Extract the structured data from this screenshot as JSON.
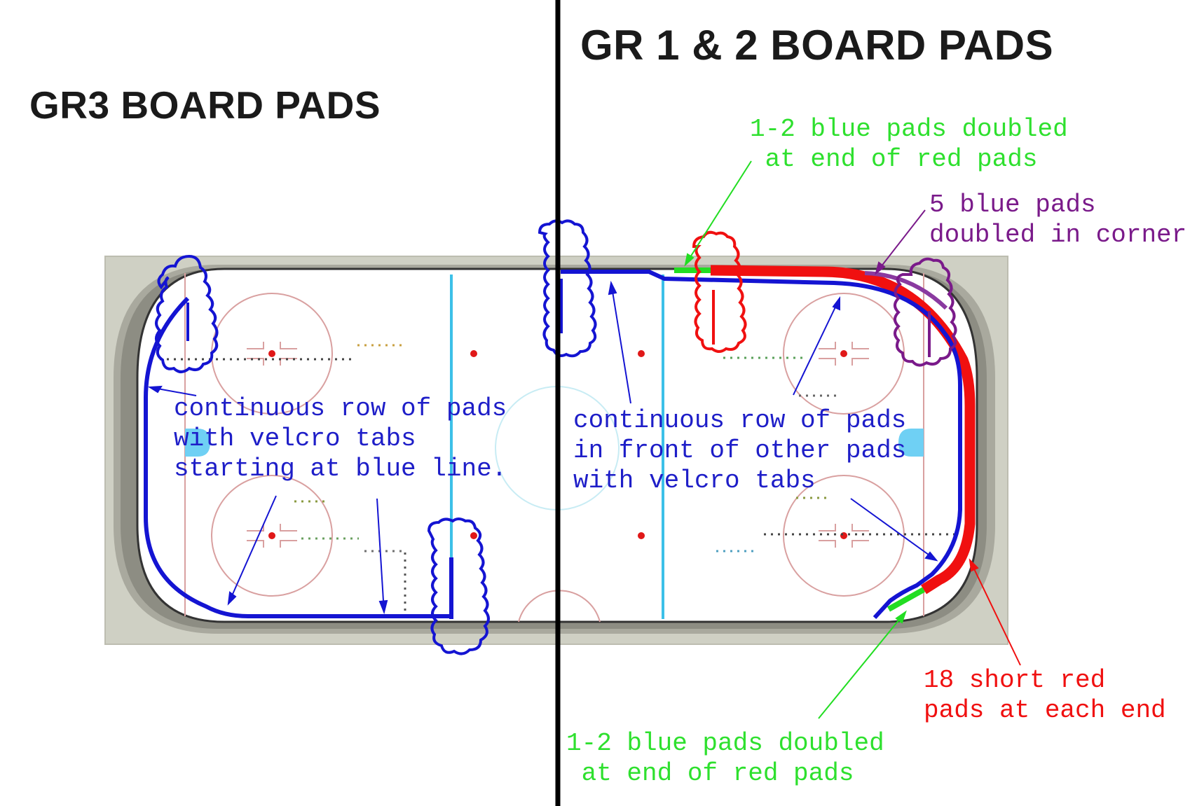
{
  "titles": {
    "left": "GR3 BOARD PADS",
    "right": "GR 1 & 2 BOARD PADS"
  },
  "annotations": {
    "gr3_row": [
      "continuous row of pads",
      "with velcro tabs",
      "starting at blue line."
    ],
    "gr12_row": [
      "continuous row of pads",
      "in front of other pads",
      "with velcro tabs"
    ],
    "green_top": [
      "1-2 blue pads doubled",
      " at end of red pads"
    ],
    "purple_corner": [
      "5 blue pads",
      "doubled in corner"
    ],
    "red_short": [
      "18 short red",
      "pads at each end"
    ],
    "green_bottom": [
      "1-2 blue pads doubled",
      " at end of red pads"
    ]
  },
  "colors": {
    "pad_blue": "#1414d2",
    "pad_red": "#f01010",
    "pad_green": "#22dd22",
    "pad_purple": "#7a1a8a",
    "ice_line_red": "#d77a7a",
    "ice_line_blue": "#3cc0e8",
    "boards": "#c8c8bc"
  }
}
